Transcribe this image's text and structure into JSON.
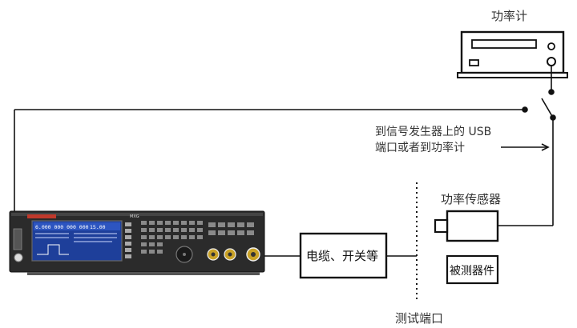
{
  "labels": {
    "power_meter": "功率计",
    "usb_note_line1": "到信号发生器上的 USB",
    "usb_note_line2": "端口或者到功率计",
    "power_sensor": "功率传感器",
    "cable_switch": "电缆、开关等",
    "dut": "被测器件",
    "test_port": "测试端口"
  },
  "instrument": {
    "freq_readout": "6.000 000 000 000",
    "ampl_readout": "15.00",
    "brand": "MXG"
  },
  "colors": {
    "line": "#111111",
    "instrument_body": "#2b2b2b",
    "screen": "#1e3f9a",
    "screen_text": "#ffffff",
    "keysight_red": "#c0392b"
  }
}
